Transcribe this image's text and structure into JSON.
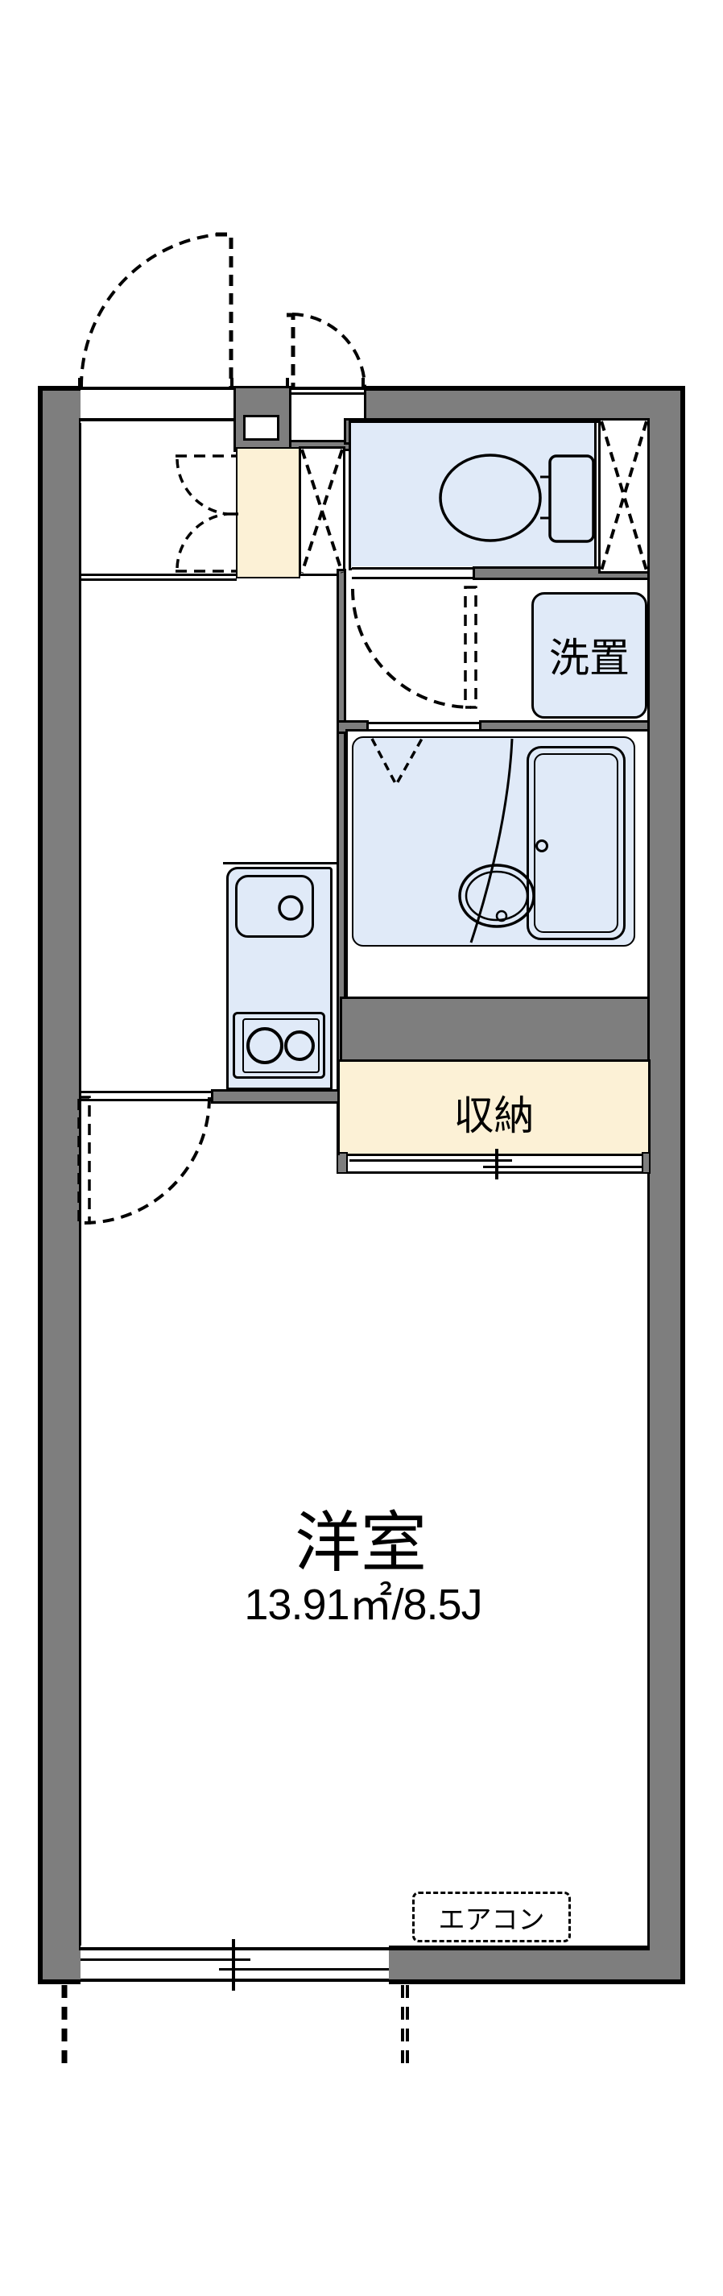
{
  "floorplan": {
    "room_label": "洋室",
    "room_area": "13.91㎡/8.5J",
    "storage_label": "収納",
    "washer_label": "洗置",
    "aircon_label": "エアコン"
  },
  "colors": {
    "wall_gray": "#7e7e7e",
    "fixture_blue": "#e0eaf8",
    "closet_cream": "#fcf1d6",
    "line_black": "#000000",
    "background": "#ffffff"
  }
}
